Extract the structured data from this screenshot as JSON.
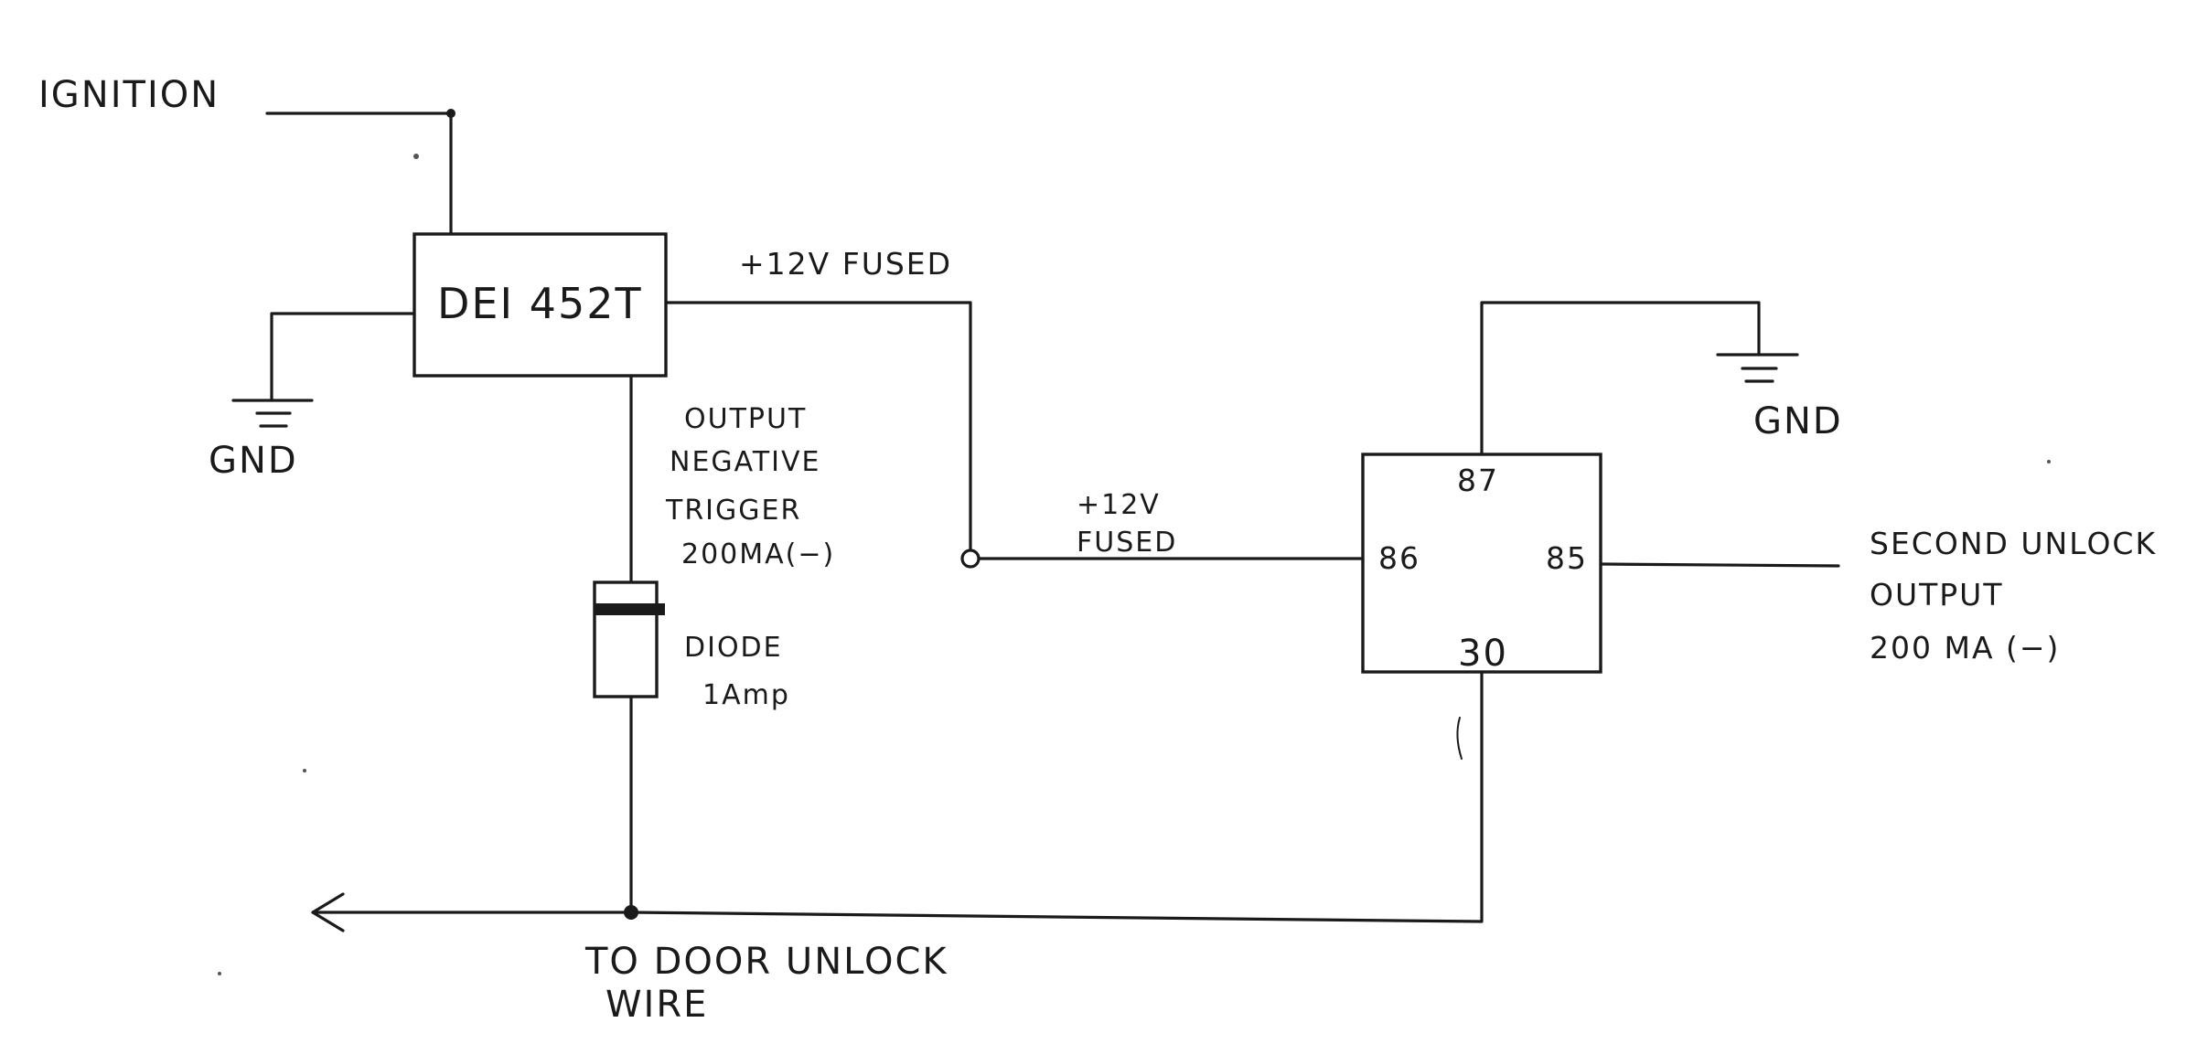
{
  "diagram": {
    "ignition_label": "IGNITION",
    "module_label": "DEI 452T",
    "fused_label_top": "+12V FUSED",
    "gnd_left_label": "GND",
    "gnd_right_label": "GND",
    "output_label_lines": [
      "OUTPUT",
      "NEGATIVE",
      "TRIGGER",
      "200MA(−)"
    ],
    "diode_label_lines": [
      "DIODE",
      "1Amp"
    ],
    "fused_label_mid_lines": [
      "+12V",
      "FUSED"
    ],
    "relay_pins": {
      "pin87": "87",
      "pin86": "86",
      "pin85": "85",
      "pin30": "30"
    },
    "second_unlock_lines": [
      "SECOND UNLOCK",
      "OUTPUT",
      "200 MA (−)"
    ],
    "door_unlock_lines": [
      "TO DOOR UNLOCK",
      "WIRE"
    ]
  },
  "colors": {
    "ink": "#1a1a1a",
    "paper": "#ffffff"
  }
}
